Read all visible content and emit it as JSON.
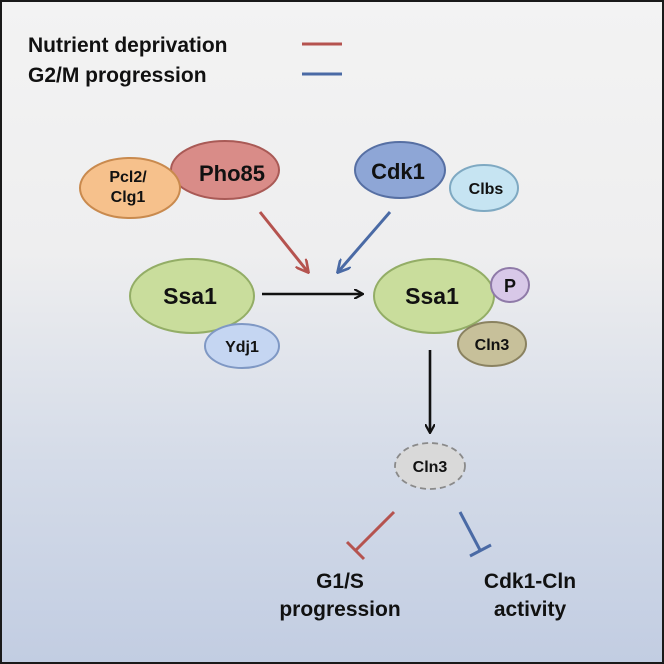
{
  "legend": [
    {
      "label": "Nutrient deprivation",
      "color": "#b5534f"
    },
    {
      "label": "G2/M progression",
      "color": "#4a6aa5"
    }
  ],
  "nodes": {
    "pcl2_clg1": {
      "line1": "Pcl2/",
      "line2": "Clg1",
      "fill": "#f6c18c",
      "stroke": "#c98a4e"
    },
    "pho85": {
      "label": "Pho85",
      "fill": "#d98c88",
      "stroke": "#a95a56"
    },
    "cdk1": {
      "label": "Cdk1",
      "fill": "#8ea6d6",
      "stroke": "#566fa3"
    },
    "clbs": {
      "label": "Clbs",
      "fill": "#c6e4f2",
      "stroke": "#7fa9c2"
    },
    "ssa1_left": {
      "label": "Ssa1",
      "fill": "#c9dd9c",
      "stroke": "#93ad66"
    },
    "ydj1": {
      "label": "Ydj1",
      "fill": "#c5d6f2",
      "stroke": "#7f98c4"
    },
    "ssa1_right": {
      "label": "Ssa1",
      "fill": "#c9dd9c",
      "stroke": "#93ad66"
    },
    "phospho": {
      "label": "P",
      "fill": "#d8c8e8",
      "stroke": "#8f7aa8"
    },
    "cln3_bound": {
      "label": "Cln3",
      "fill": "#c7c09a",
      "stroke": "#8a8260"
    },
    "cln3_free": {
      "label": "Cln3",
      "fill": "#d9d9d9",
      "stroke": "#8a8a8a"
    }
  },
  "outcomes": {
    "g1s": {
      "line1": "G1/S",
      "line2": "progression"
    },
    "cdk1_cln": {
      "line1": "Cdk1-Cln",
      "line2": "activity"
    }
  },
  "colors": {
    "nutrient_arrow": "#b5534f",
    "g2m_arrow": "#4a6aa5",
    "black_arrow": "#111111"
  }
}
